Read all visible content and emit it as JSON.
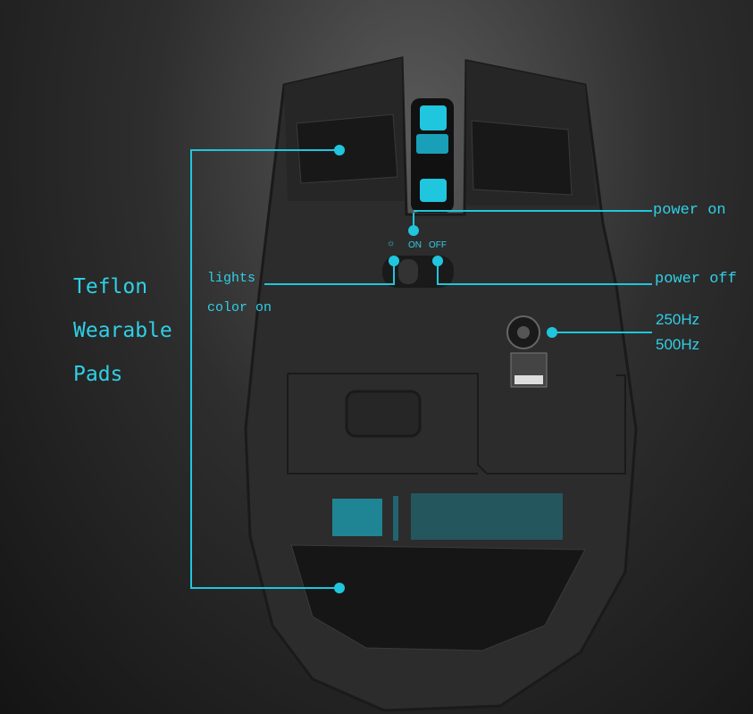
{
  "labels": {
    "pads": [
      "Teflon",
      "Wearable",
      "Pads"
    ],
    "lights": "lights",
    "color_on": "color on",
    "power_on": "power on",
    "power_off": "power off",
    "hz_1": "250Hz",
    "hz_2": "500Hz",
    "switch_on": "ON",
    "switch_off": "OFF"
  },
  "colors": {
    "accent": "#1fc6de",
    "body": "#2b2b2b"
  }
}
